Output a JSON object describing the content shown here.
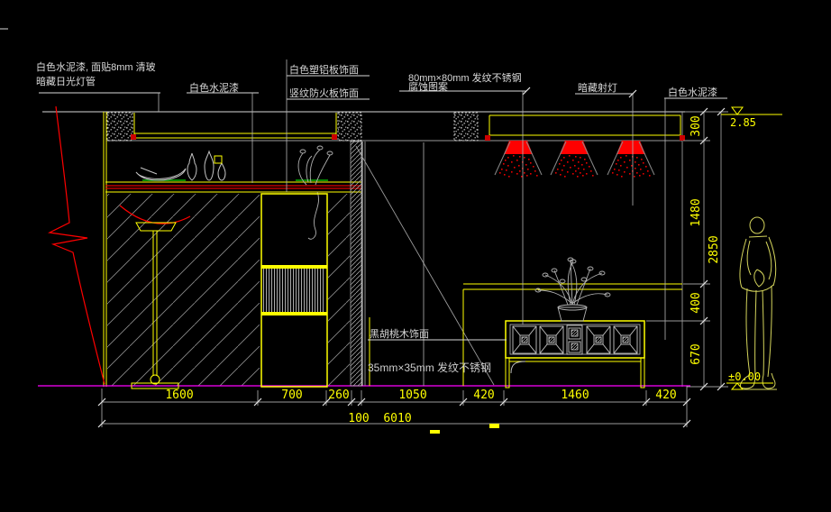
{
  "drawing": {
    "type": "interior-elevation-cad",
    "colors": {
      "background": "#000000",
      "primary_line": "#d8d8d8",
      "secondary_line": "#9a9a9a",
      "dimension": "#ffff00",
      "lighting": "#ff0000",
      "floor_line": "#ff00ff",
      "plant_accent": "#00b400"
    },
    "labels": {
      "ceiling_note_line1": "白色水泥漆, 面贴8mm 清玻",
      "ceiling_note_line2": "暗藏日光灯管",
      "white_cement_left": "白色水泥漆",
      "aluminum_panel": "白色塑铝板饰面",
      "fireproof_board": "竖纹防火板饰面",
      "stainless_80_line1": "80mm×80mm 发纹不锈钢",
      "stainless_80_line2": "腐蚀图案",
      "concealed_spotlight": "暗藏射灯",
      "white_cement_right": "白色水泥漆",
      "walnut_veneer": "黑胡桃木饰面",
      "stainless_35": "35mm×35mm 发纹不锈钢"
    },
    "levels": {
      "ceiling": "2.85",
      "floor": "±0.00"
    },
    "dims": {
      "right": [
        "300",
        "1480",
        "400",
        "670"
      ],
      "right_total": "2850",
      "bottom": [
        "1600",
        "700",
        "260",
        "1050",
        "420",
        "1460",
        "420"
      ],
      "bottom_small": "100",
      "bottom_total": "6010"
    }
  }
}
